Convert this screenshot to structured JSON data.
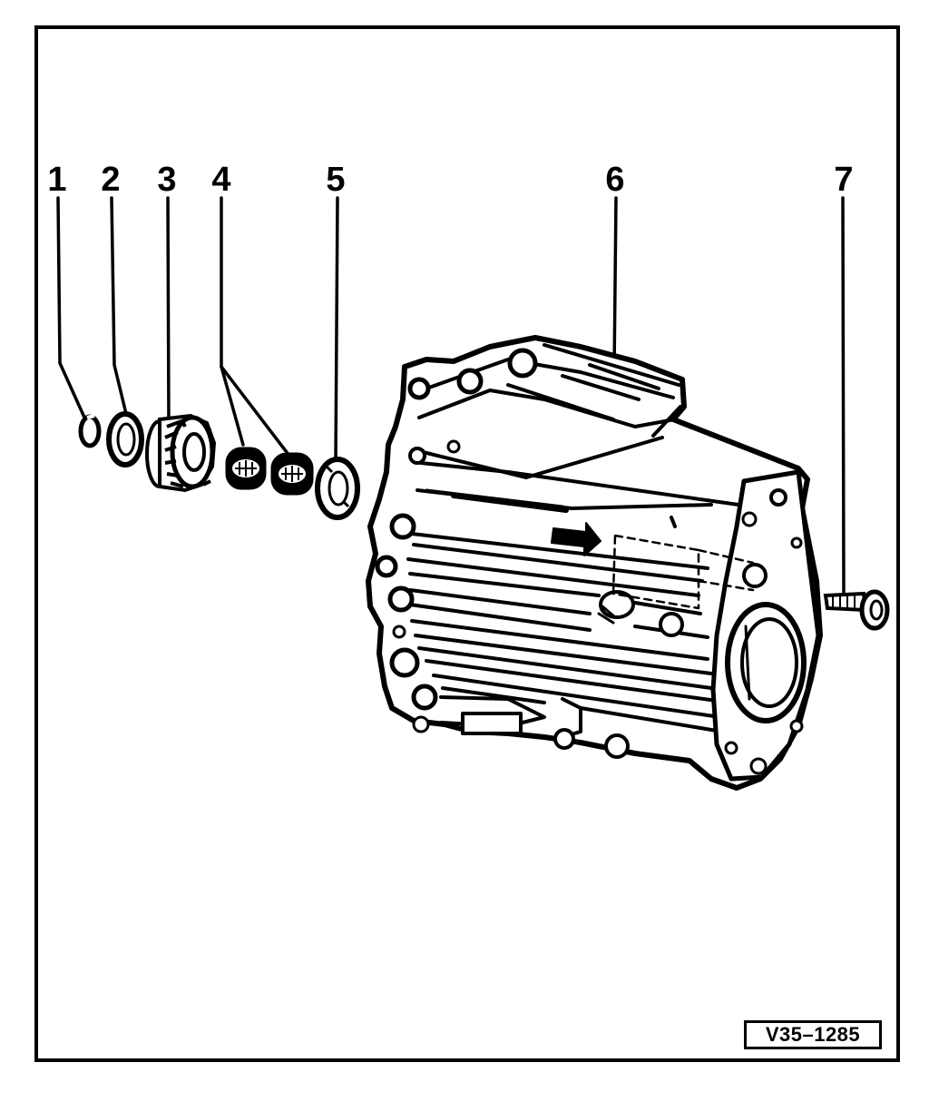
{
  "diagram": {
    "figure_code": "V35–1285",
    "callouts": [
      {
        "number": "1"
      },
      {
        "number": "2"
      },
      {
        "number": "3"
      },
      {
        "number": "4"
      },
      {
        "number": "5"
      },
      {
        "number": "6"
      },
      {
        "number": "7"
      }
    ],
    "colors": {
      "ink": "#000000",
      "paper": "#ffffff"
    }
  }
}
